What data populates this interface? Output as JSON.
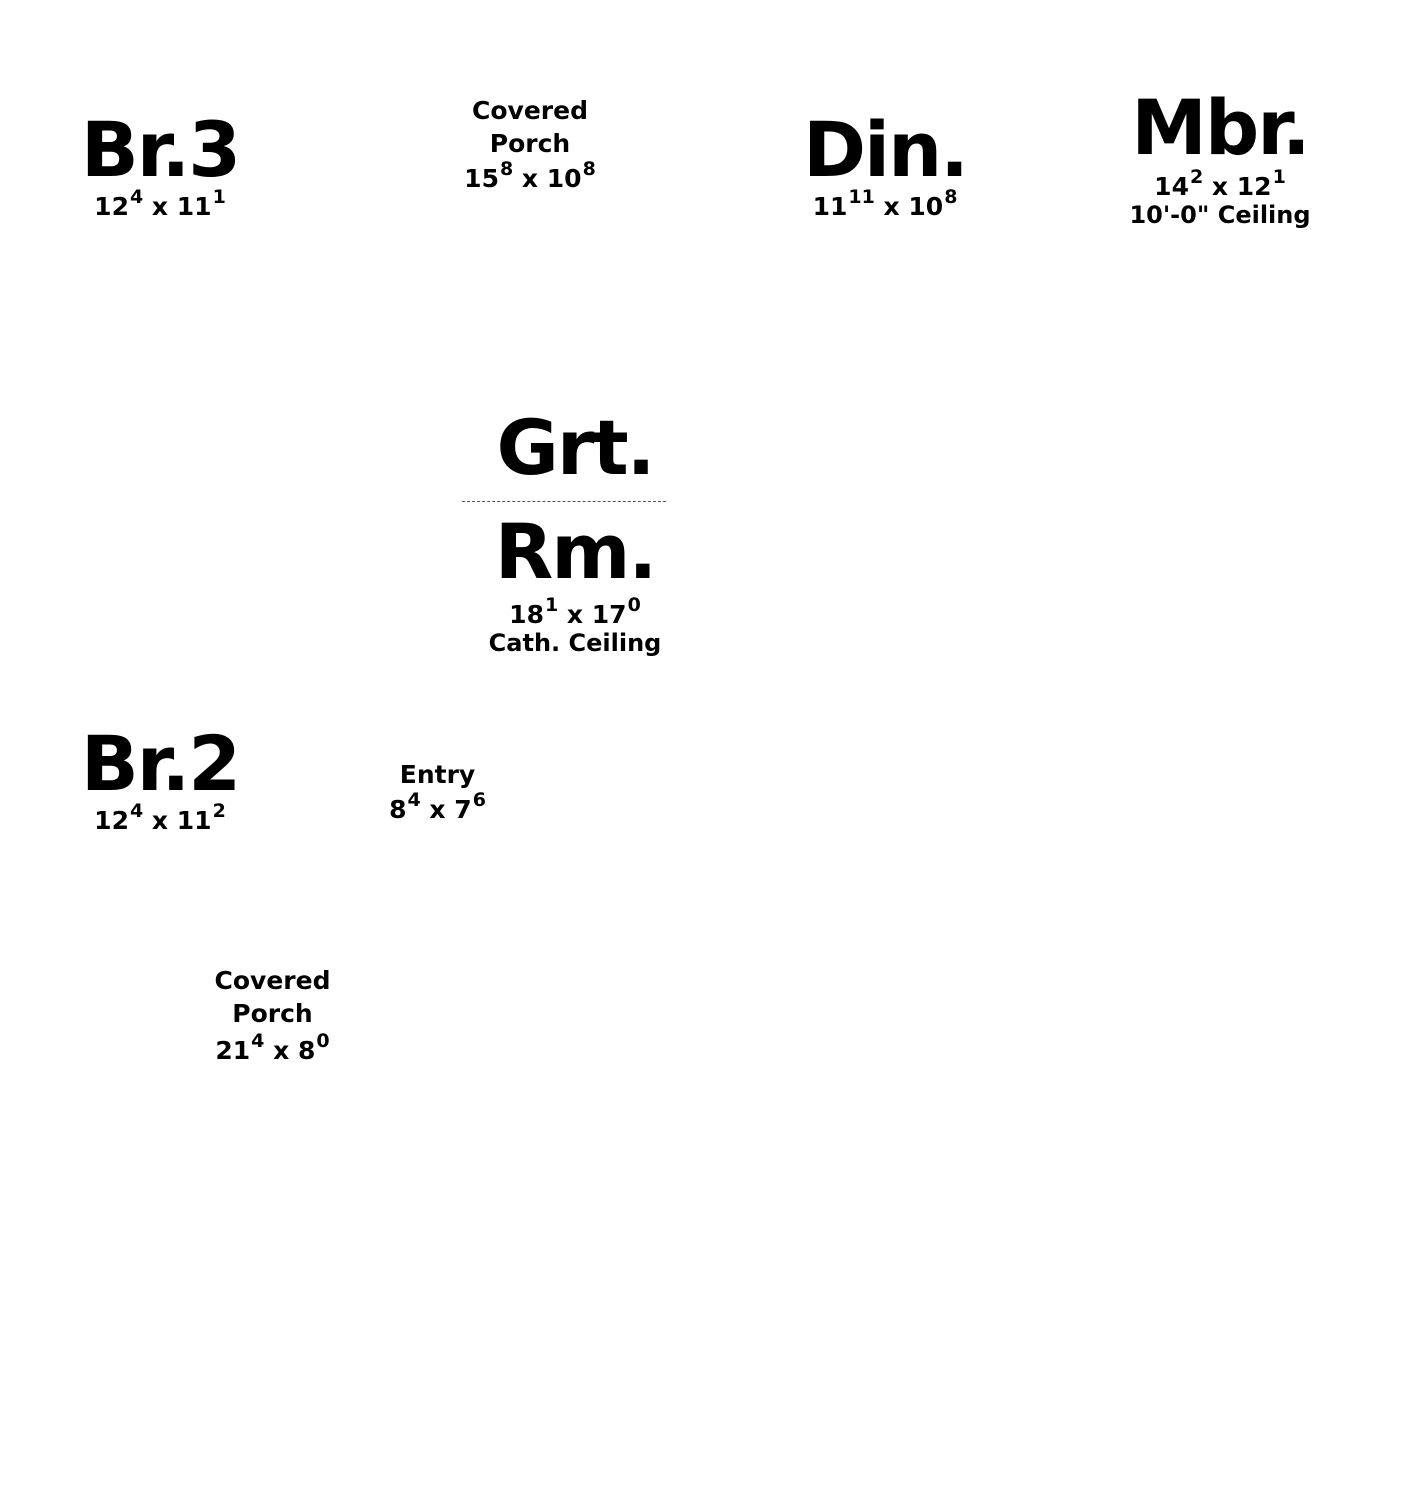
{
  "rooms": {
    "br3": {
      "name": "Br.3",
      "w": "12",
      "w_in": "4",
      "x": "x",
      "d": "11",
      "d_in": "1"
    },
    "porch_top": {
      "line1": "Covered",
      "line2": "Porch",
      "w": "15",
      "w_in": "8",
      "x": "x",
      "d": "10",
      "d_in": "8"
    },
    "din": {
      "name": "Din.",
      "w": "11",
      "w_in": "11",
      "x": "x",
      "d": "10",
      "d_in": "8"
    },
    "mbr": {
      "name": "Mbr.",
      "w": "14",
      "w_in": "2",
      "x": "x",
      "d": "12",
      "d_in": "1",
      "ceiling": "10'-0\" Ceiling"
    },
    "grt": {
      "name1": "Grt.",
      "name2": "Rm.",
      "w": "18",
      "w_in": "1",
      "x": "x",
      "d": "17",
      "d_in": "0",
      "ceiling": "Cath. Ceiling"
    },
    "br2": {
      "name": "Br.2",
      "w": "12",
      "w_in": "4",
      "x": "x",
      "d": "11",
      "d_in": "2"
    },
    "entry": {
      "name": "Entry",
      "w": "8",
      "w_in": "4",
      "x": "x",
      "d": "7",
      "d_in": "6"
    },
    "porch_bottom": {
      "line1": "Covered",
      "line2": "Porch",
      "w": "21",
      "w_in": "4",
      "x": "x",
      "d": "8",
      "d_in": "0"
    }
  }
}
